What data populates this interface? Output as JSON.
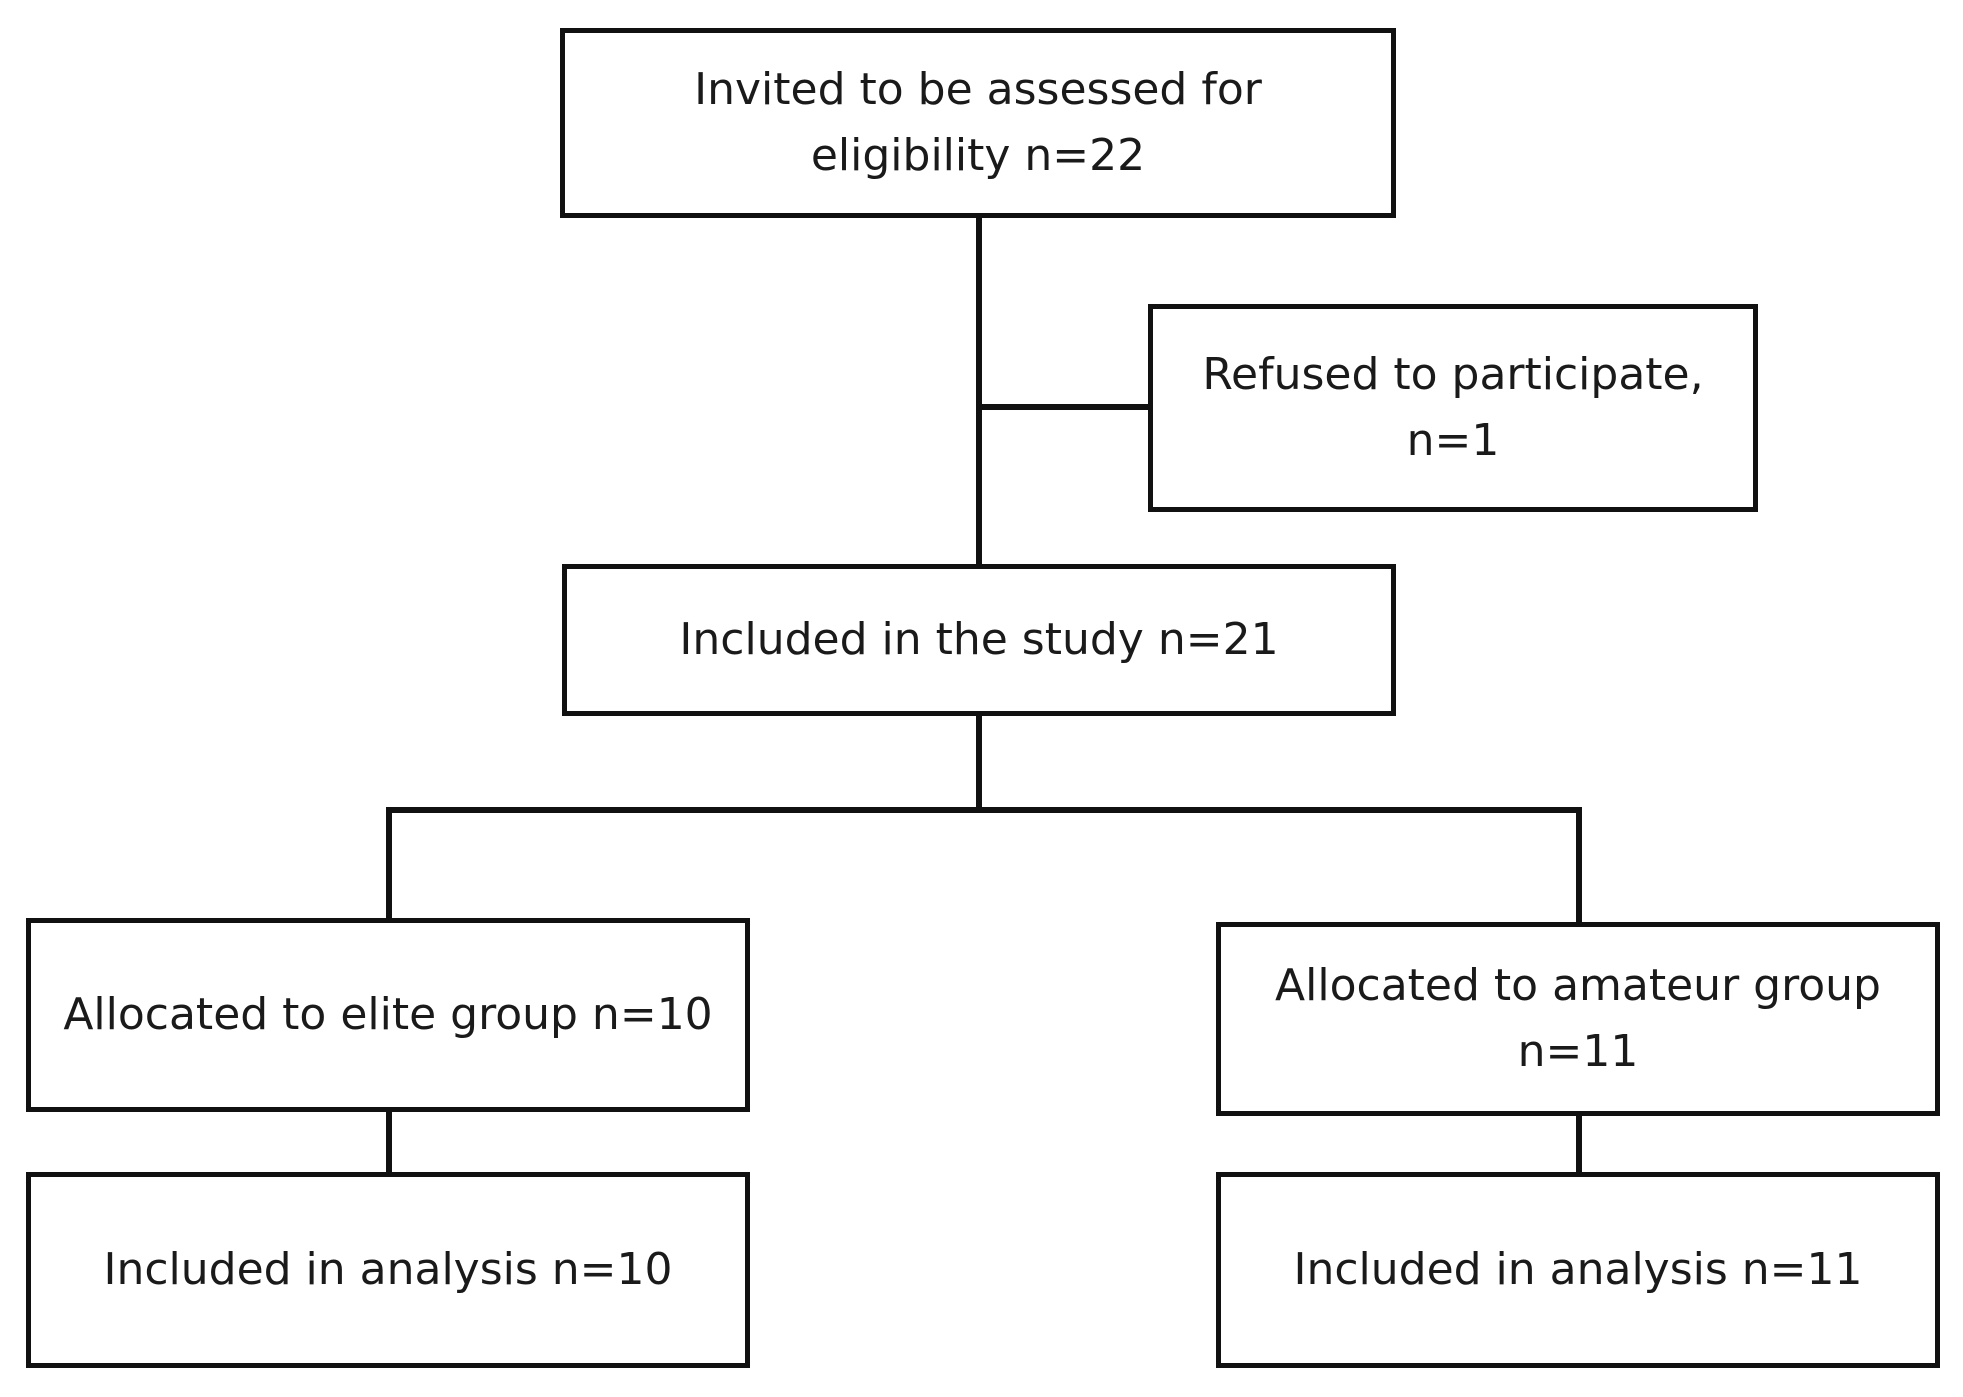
{
  "flowchart": {
    "invited": "Invited to be assessed for eligibility n=22",
    "refused": "Refused to participate, n=1",
    "included_study": "Included in the study n=21",
    "elite_allocated": "Allocated to elite group n=10",
    "amateur_allocated": "Allocated to amateur group n=11",
    "elite_analysis": "Included in analysis n=10",
    "amateur_analysis": "Included in analysis n=11"
  }
}
